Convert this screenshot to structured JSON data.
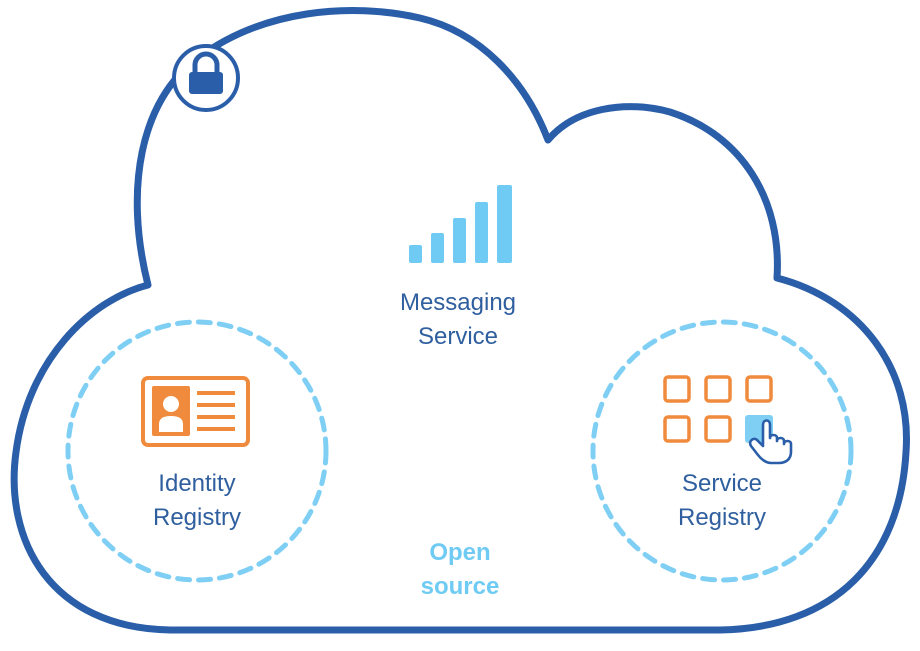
{
  "labels": {
    "messaging_line1": "Messaging",
    "messaging_line2": "Service",
    "identity_line1": "Identity",
    "identity_line2": "Registry",
    "service_line1": "Service",
    "service_line2": "Registry",
    "open_line1": "Open",
    "open_line2": "source"
  },
  "colors": {
    "cloud_outline": "#2a5ea8",
    "dashed_circle": "#7fcff5",
    "signal_bars": "#6fcbf3",
    "icon_orange": "#f08a3c",
    "label_text": "#2f5f9e",
    "open_source_text": "#6fcbf3"
  },
  "icons": {
    "lock": "lock-icon",
    "signal": "signal-bars-icon",
    "id_card": "id-card-icon",
    "app_grid": "app-grid-icon",
    "pointer": "hand-pointer-icon"
  }
}
